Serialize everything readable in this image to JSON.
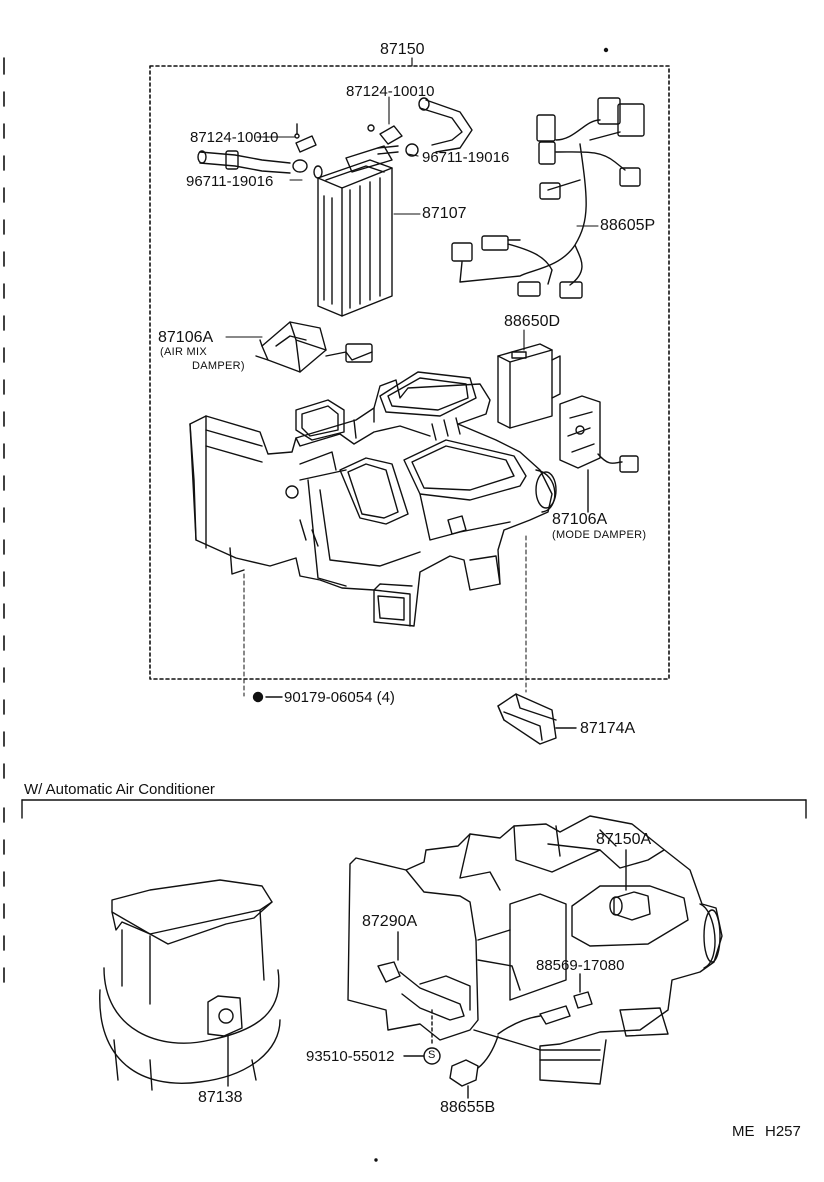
{
  "upper_assembly": {
    "assembly_number": "87150",
    "parts": {
      "hose_clamp_top": "87124-10010",
      "hose_clamp_left": "87124-10010",
      "hose_right": "96711-19016",
      "hose_left": "96711-19016",
      "heater_core": "87107",
      "wire_harness": "88605P",
      "air_mix_servo": "87106A",
      "air_mix_note_line1": "(AIR MIX",
      "air_mix_note_line2": "DAMPER)",
      "amplifier": "88650D",
      "mode_servo": "87106A",
      "mode_note": "(MODE DAMPER)",
      "nut": "90179-06054 (4)",
      "duct": "87174A"
    }
  },
  "lower_section": {
    "title": "W/ Automatic Air Conditioner",
    "parts": {
      "aspirator": "87150A",
      "sensor": "87290A",
      "clip": "88569-17080",
      "blower_motor_resistor": "87138",
      "screw": "93510-55012",
      "screw_symbol": "S",
      "connector": "88655B"
    }
  },
  "footer": {
    "code_prefix": "ME",
    "code": "H257"
  }
}
